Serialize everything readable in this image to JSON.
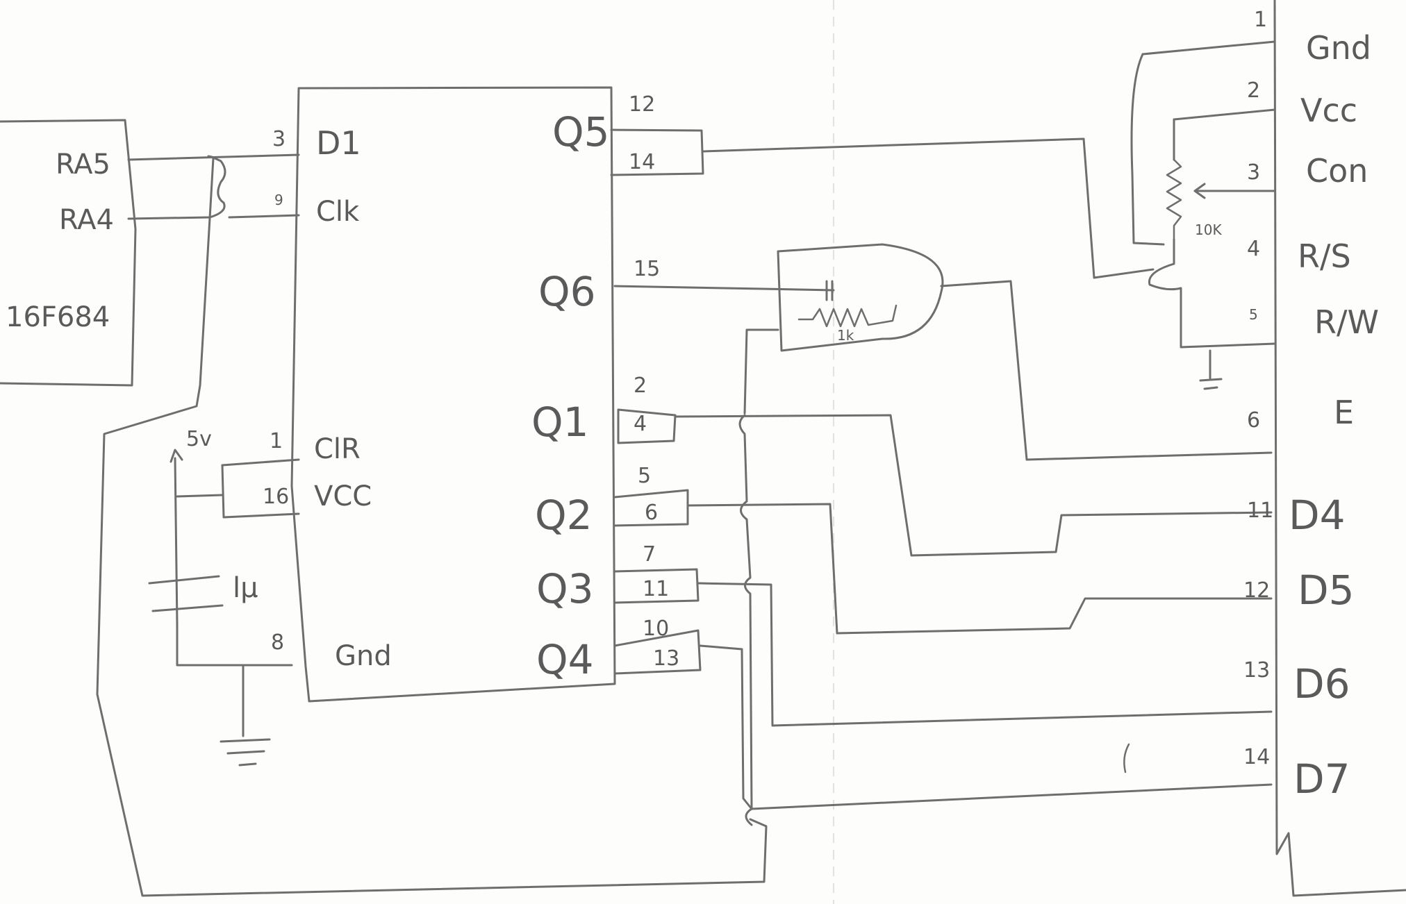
{
  "mcu": {
    "pin_ra5": "RA5",
    "pin_ra4": "RA4",
    "part": "16F684"
  },
  "shift_register": {
    "pins": {
      "d1": {
        "label": "D1",
        "num": "3"
      },
      "clk": {
        "label": "Clk",
        "num": "9"
      },
      "clr": {
        "label": "ClR",
        "num": "1"
      },
      "vcc": {
        "label": "VCC",
        "num": "16"
      },
      "gnd": {
        "label": "Gnd",
        "num": "8"
      }
    },
    "outputs": {
      "q5": {
        "label": "Q5",
        "nums": [
          "12",
          "14"
        ]
      },
      "q6": {
        "label": "Q6",
        "nums": [
          "15"
        ]
      },
      "q1": {
        "label": "Q1",
        "nums": [
          "2",
          "4"
        ]
      },
      "q2": {
        "label": "Q2",
        "nums": [
          "5",
          "6"
        ]
      },
      "q3": {
        "label": "Q3",
        "nums": [
          "7",
          "11"
        ]
      },
      "q4": {
        "label": "Q4",
        "nums": [
          "10",
          "13"
        ]
      }
    }
  },
  "supply": {
    "label": "5v"
  },
  "capacitor": {
    "label": "lμ"
  },
  "and_gate": {
    "resistor_label": "1k"
  },
  "potentiometer": {
    "label": "10K"
  },
  "lcd": {
    "pins": [
      {
        "num": "1",
        "label": "Gnd"
      },
      {
        "num": "2",
        "label": "Vcc"
      },
      {
        "num": "3",
        "label": "Con"
      },
      {
        "num": "4",
        "label": "R/S"
      },
      {
        "num": "5",
        "label": "R/W"
      },
      {
        "num": "6",
        "label": "E"
      },
      {
        "num": "11",
        "label": "D4"
      },
      {
        "num": "12",
        "label": "D5"
      },
      {
        "num": "13",
        "label": "D6"
      },
      {
        "num": "14",
        "label": "D7"
      }
    ]
  }
}
